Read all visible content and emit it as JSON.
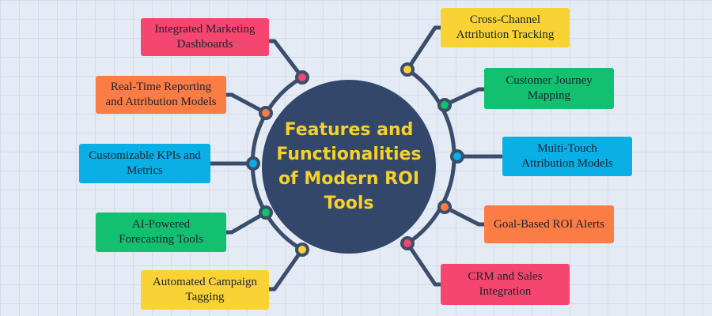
{
  "center": {
    "title": "Features and\nFunctionalities\nof Modern ROI\nTools"
  },
  "colors": {
    "background": "#e4ebf4",
    "center_fill": "#33476b",
    "center_text": "#f6d12a",
    "connector": "#3a4d6b",
    "pink": "#f5466f",
    "orange": "#fb7c44",
    "blue": "#0aafe6",
    "green": "#12c070",
    "yellow": "#f9d334"
  },
  "left_features": [
    {
      "label": "Integrated Marketing\nDashboards",
      "color": "pink"
    },
    {
      "label": "Real-Time Reporting\nand Attribution Models",
      "color": "orange"
    },
    {
      "label": "Customizable KPIs and\nMetrics",
      "color": "blue"
    },
    {
      "label": "AI-Powered\nForecasting Tools",
      "color": "green"
    },
    {
      "label": "Automated Campaign\nTagging",
      "color": "yellow"
    }
  ],
  "right_features": [
    {
      "label": "Cross-Channel\nAttribution Tracking",
      "color": "yellow"
    },
    {
      "label": "Customer Journey\nMapping",
      "color": "green"
    },
    {
      "label": "Multi-Touch\nAttribution Models",
      "color": "blue"
    },
    {
      "label": "Goal-Based ROI Alerts",
      "color": "orange"
    },
    {
      "label": "CRM and Sales\nIntegration",
      "color": "pink"
    }
  ]
}
